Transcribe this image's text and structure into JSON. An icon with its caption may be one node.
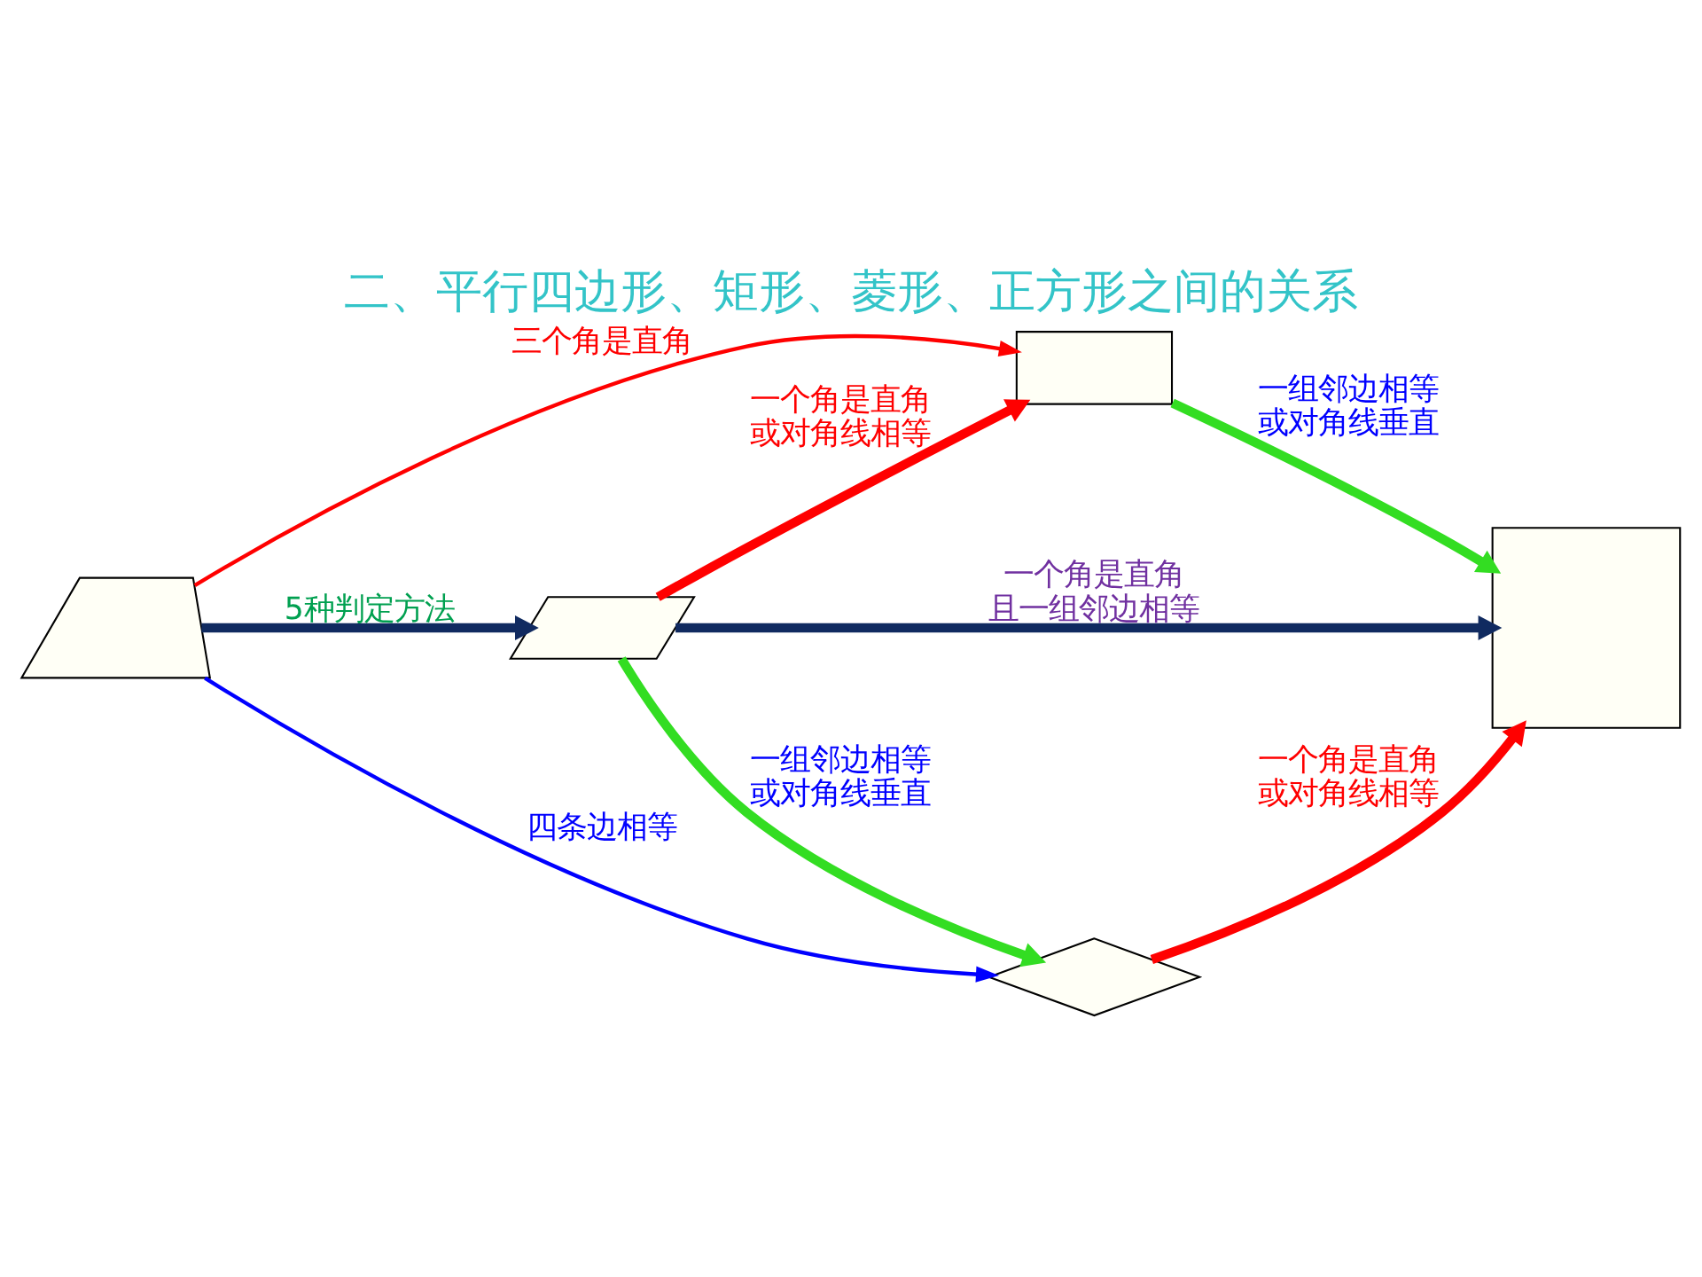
{
  "diagram": {
    "title": "二、平行四边形、矩形、菱形、正方形之间的关系",
    "nodes": [
      {
        "text": [],
        "shape": "quadrilateral"
      },
      {
        "text": [],
        "shape": "parallelogram"
      },
      {
        "text": [],
        "shape": "box"
      },
      {
        "text": [],
        "shape": "square"
      },
      {
        "text": [],
        "shape": "diamond"
      }
    ],
    "edges": [
      {
        "from": 0,
        "to": 2,
        "arrow": "to",
        "label": "三个角是直角",
        "color": "#ff0000"
      },
      {
        "from": 0,
        "to": 1,
        "arrow": "to",
        "label": "5种判定方法",
        "color": "#102a60"
      },
      {
        "from": 0,
        "to": 4,
        "arrow": "to",
        "label": "四条边相等",
        "color": "#0000ff"
      },
      {
        "from": 1,
        "to": 2,
        "arrow": "to",
        "label": "一个角是直角或对角线相等",
        "color": "#ff0000"
      },
      {
        "from": 1,
        "to": 3,
        "arrow": "to",
        "label": "一个角是直角且一组邻边相等",
        "color": "#102a60"
      },
      {
        "from": 1,
        "to": 4,
        "arrow": "to",
        "label": "一组邻边相等或对角线垂直",
        "color": "#33dd22"
      },
      {
        "from": 2,
        "to": 3,
        "arrow": "to",
        "label": "一组邻边相等或对角线垂直",
        "color": "#33dd22"
      },
      {
        "from": 4,
        "to": 3,
        "arrow": "to",
        "label": "一个角是直角或对角线相等",
        "color": "#ff0000"
      }
    ]
  }
}
